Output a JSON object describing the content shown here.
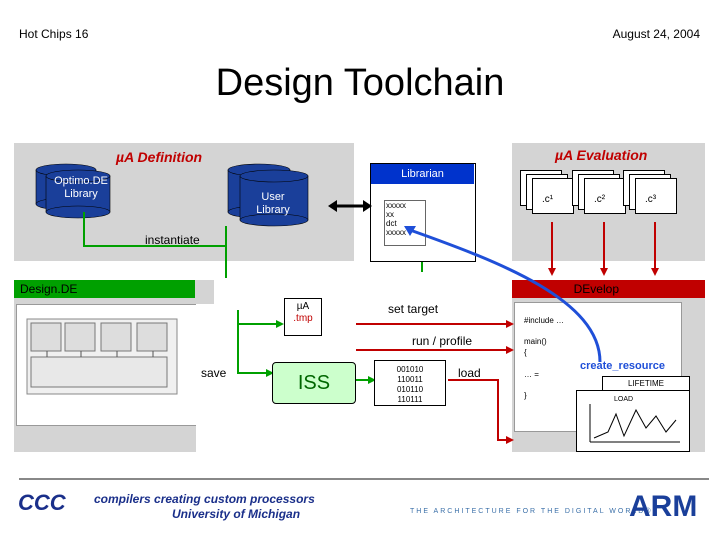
{
  "header": {
    "left": "Hot Chips 16",
    "right": "August 24, 2004"
  },
  "title": "Design Toolchain",
  "definition": {
    "title": "µA Definition",
    "cyl_left_lines": [
      "Optimo.DE",
      "Library"
    ],
    "cyl_right_lines": [
      "User",
      "Library"
    ],
    "instantiate": "instantiate"
  },
  "librarian": {
    "title": "Librarian",
    "text_lines": [
      "xxxxx",
      "xx",
      "dct",
      "xxxxx"
    ]
  },
  "evaluation": {
    "title": "µA Evaluation",
    "files": [
      ".c¹",
      ".c²",
      ".c³"
    ]
  },
  "designde": {
    "title": "Design.DE",
    "ua_label": "µA",
    "tmp_label": ".tmp",
    "save": "save",
    "iss": "ISS",
    "set_target": "set target",
    "run_profile": "run / profile",
    "load": "load",
    "binary": [
      "001010",
      "110011",
      "010110",
      "110111"
    ]
  },
  "develop": {
    "title": "DEvelop",
    "code_lines": [
      "#include …",
      "main()",
      "{",
      "… =",
      "}"
    ],
    "create_resource": "create_resource",
    "lifetime": "LIFETIME",
    "load": "LOAD"
  },
  "footer": {
    "logo": "CCC",
    "line1": "compilers creating custom processors",
    "line2": "University of Michigan",
    "tagline": "THE ARCHITECTURE FOR THE DIGITAL WORLD®",
    "arm": "ARM"
  },
  "colors": {
    "green": "#00a000",
    "red": "#c00000",
    "blue": "#1f4fd8"
  }
}
